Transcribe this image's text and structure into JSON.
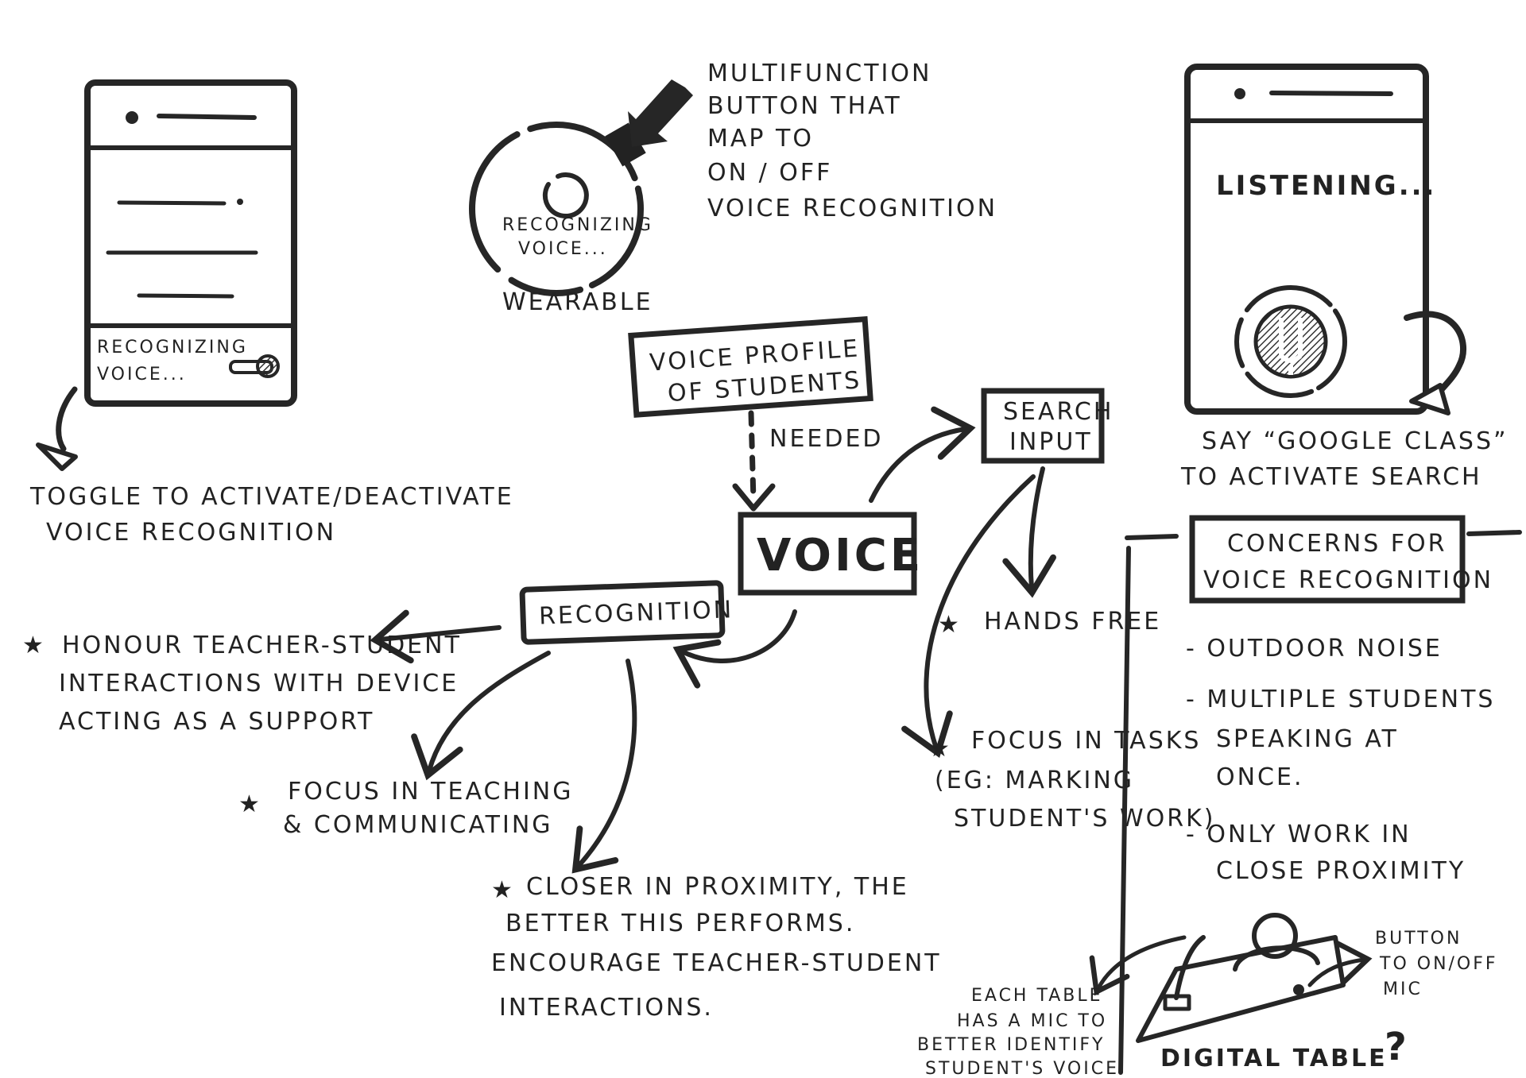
{
  "phone_left": {
    "status_label_1": "RECOGNIZING",
    "status_label_2": "VOICE...",
    "toggle_note_1": "TOGGLE TO ACTIVATE/DEACTIVATE",
    "toggle_note_2": "VOICE RECOGNITION"
  },
  "wearable": {
    "screen_line_1": "RECOGNIZING",
    "screen_line_2": "VOICE...",
    "caption": "WEARABLE",
    "button_note": [
      "MULTIFUNCTION",
      "BUTTON THAT",
      "MAP TO",
      "ON / OFF",
      "VOICE RECOGNITION"
    ]
  },
  "phone_right": {
    "listening": "LISTENING...",
    "hint_1": "SAY “GOOGLE CLASS”",
    "hint_2": "TO ACTIVATE SEARCH"
  },
  "mindmap": {
    "center": "VOICE",
    "voice_profile_1": "VOICE PROFILE",
    "voice_profile_2": "OF STUDENTS",
    "needed": "NEEDED",
    "search_input_1": "SEARCH",
    "search_input_2": "INPUT",
    "recognition": "RECOGNITION"
  },
  "notes": {
    "honour": [
      "HONOUR TEACHER-STUDENT",
      "INTERACTIONS WITH DEVICE",
      "ACTING AS A SUPPORT"
    ],
    "focus_teaching": [
      "FOCUS IN TEACHING",
      "& COMMUNICATING"
    ],
    "closer": [
      "CLOSER IN PROXIMITY, THE",
      "BETTER THIS PERFORMS.",
      "ENCOURAGE TEACHER-STUDENT",
      "INTERACTIONS."
    ],
    "hands_free": "HANDS FREE",
    "focus_tasks": [
      "FOCUS IN TASKS",
      "(EG: MARKING",
      "STUDENT'S WORK)"
    ]
  },
  "concerns": {
    "title_1": "CONCERNS FOR",
    "title_2": "VOICE RECOGNITION",
    "item_1": [
      "- OUTDOOR NOISE"
    ],
    "item_2": [
      "- MULTIPLE STUDENTS",
      "SPEAKING AT",
      "ONCE."
    ],
    "item_3": [
      "- ONLY WORK IN",
      "CLOSE PROXIMITY"
    ]
  },
  "digital_table": {
    "mic_note": [
      "EACH TABLE",
      "HAS A MIC TO",
      "BETTER IDENTIFY",
      "STUDENT'S VOICE"
    ],
    "button_note": [
      "BUTTON",
      "TO ON/OFF",
      "MIC"
    ],
    "label": "DIGITAL TABLE",
    "question_mark": "?"
  }
}
